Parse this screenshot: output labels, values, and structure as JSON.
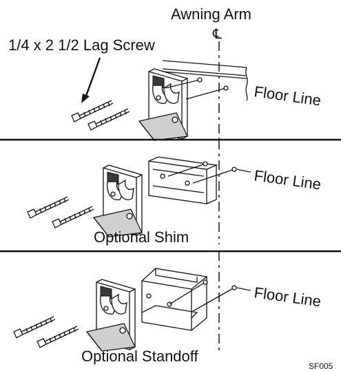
{
  "labels": {
    "awning_arm": "Awning Arm",
    "centerline": "℄",
    "lag_screw": "1/4 x 2 1/2 Lag Screw",
    "floor_line": "Floor Line",
    "optional_shim": "Optional Shim",
    "optional_standoff": "Optional Standoff",
    "figure_code": "SF005"
  }
}
